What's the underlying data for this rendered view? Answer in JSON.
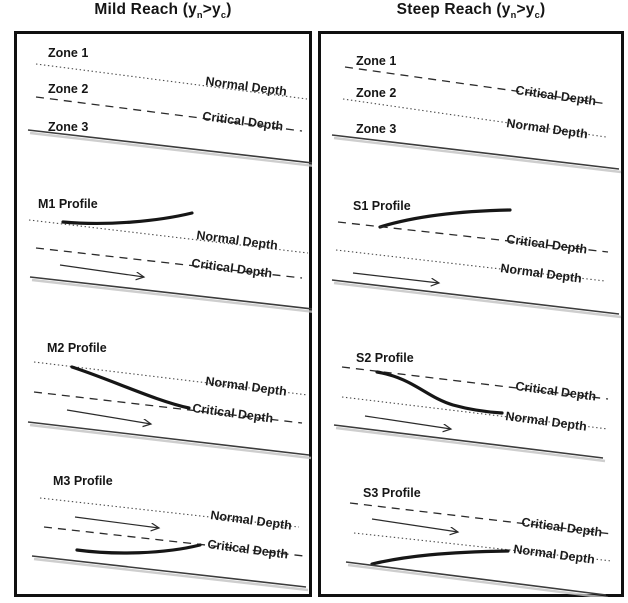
{
  "titles": {
    "left": {
      "pre": "Mild Reach (y",
      "sub1": "n",
      "mid": ">y",
      "sub2": "c",
      "post": ")"
    },
    "right": {
      "pre": "Steep Reach (y",
      "sub1": "n",
      "mid": ">y",
      "sub2": "c",
      "post": ")"
    }
  },
  "labels": {
    "zone1": "Zone 1",
    "zone2": "Zone 2",
    "zone3": "Zone 3",
    "normal_depth": "Normal Depth",
    "critical_depth": "Critical Depth",
    "m1": "M1 Profile",
    "m2": "M2 Profile",
    "m3": "M3 Profile",
    "s1": "S1 Profile",
    "s2": "S2 Profile",
    "s3": "S3 Profile"
  },
  "colors": {
    "border": "#101010",
    "line_dark": "#2b2b2b",
    "line_gray": "#4a4a4a",
    "shadow": "#c2c2c2"
  }
}
